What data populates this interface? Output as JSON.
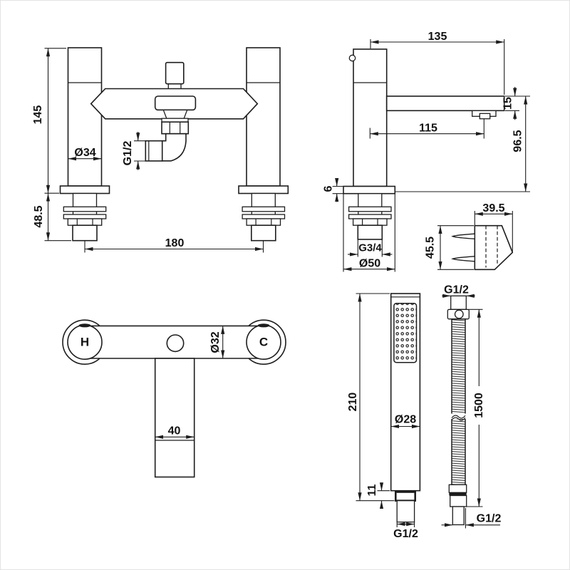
{
  "page": {
    "background": "#ffffff",
    "line_color": "#1d1d1d"
  },
  "views": {
    "front": {
      "dims": {
        "height": "145",
        "below_deck": "48.5",
        "pillar_diameter": "Ø34",
        "outlet_thread": "G1/2",
        "pillar_spacing": "180"
      }
    },
    "side": {
      "dims": {
        "spout_reach": "135",
        "spout_tip_height": "15",
        "aerator_offset": "115",
        "spout_height": "96.5",
        "deck_thickness": "6",
        "shank_thread": "G3/4",
        "flange_diameter": "Ø50"
      },
      "bracket": {
        "width": "39.5",
        "height": "45.5"
      }
    },
    "plan": {
      "hot_label": "H",
      "cold_label": "C",
      "body_diameter": "Ø32",
      "spout_width": "40"
    },
    "handset": {
      "length": "210",
      "head_diameter": "Ø28",
      "connector_height": "11",
      "thread": "G1/2"
    },
    "hose": {
      "top_thread": "G1/2",
      "length": "1500",
      "bottom_thread": "G1/2"
    }
  }
}
